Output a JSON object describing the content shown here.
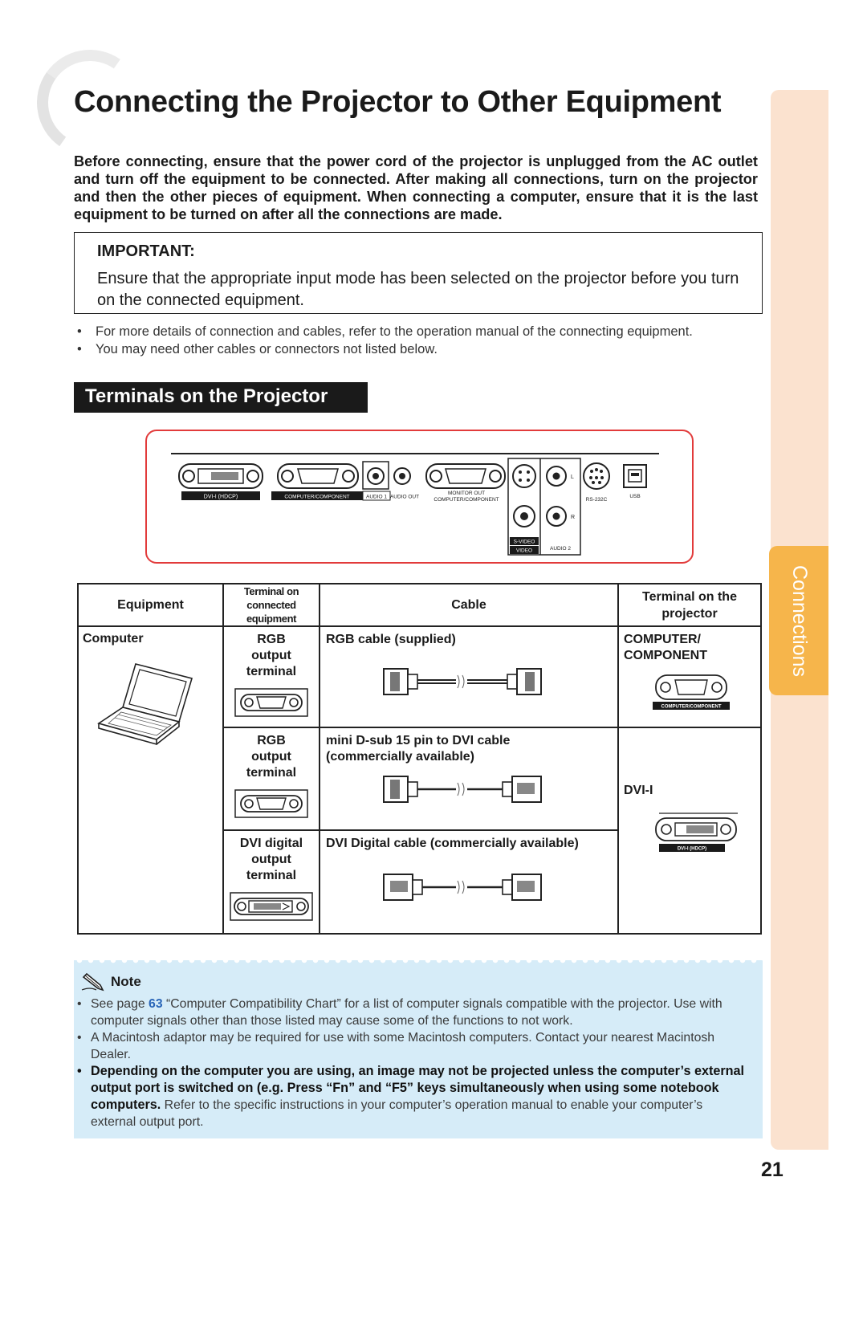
{
  "page": {
    "title": "Connecting the Projector to Other Equipment",
    "side_tab": "Connections",
    "page_number": "21"
  },
  "intro": "Before connecting, ensure that the power cord of the projector is unplugged from the AC outlet and turn off the equipment to be connected. After making all connections, turn on the projector and then the other pieces of equipment. When connecting a computer, ensure that it is the last equipment to be turned on after all the connections are made.",
  "important": {
    "heading": "IMPORTANT:",
    "body": "Ensure that the appropriate input mode has been selected on the projector before you turn on the connected equipment."
  },
  "bullets": [
    "For more details of connection and cables, refer to the operation manual of the connecting equipment.",
    "You may need other cables or connectors not listed below."
  ],
  "section_heading": "Terminals on the Projector",
  "panel_labels": {
    "dvi": "DVI-I (HDCP)",
    "computer": "COMPUTER/COMPONENT",
    "audio1": "AUDIO 1",
    "audio_out": "AUDIO OUT",
    "monitor_out_1": "MONITOR OUT",
    "monitor_out_2": "COMPUTER/COMPONENT",
    "svideo": "S-VIDEO",
    "video": "VIDEO",
    "audio2": "AUDIO 2",
    "l": "L",
    "r": "R",
    "rs232c": "RS-232C",
    "usb": "USB"
  },
  "table": {
    "headers": {
      "equipment": "Equipment",
      "terminal_on": "Terminal on",
      "connected_equipment": "connected equipment",
      "cable": "Cable",
      "terminal_projector": "Terminal on the projector"
    },
    "equipment": "Computer",
    "rows": [
      {
        "terminal": [
          "RGB",
          "output",
          "terminal"
        ],
        "cable": "RGB cable (supplied)"
      },
      {
        "terminal": [
          "RGB",
          "output",
          "terminal"
        ],
        "cable_line1": "mini D-sub 15 pin to DVI cable",
        "cable_line2": "(commercially available)"
      },
      {
        "terminal": [
          "DVI digital",
          "output",
          "terminal"
        ],
        "cable": "DVI Digital cable (commercially available)"
      }
    ],
    "projector_terminals": {
      "computer_line1": "COMPUTER/",
      "computer_line2": "COMPONENT",
      "computer_port_label": "COMPUTER/COMPONENT",
      "dvi": "DVI-I",
      "dvi_port_label": "DVI-I (HDCP)"
    }
  },
  "note": {
    "title": "Note",
    "item1_prefix": "See page ",
    "item1_link": "63",
    "item1_suffix": " “Computer Compatibility Chart” for a list of computer signals compatible with the projector. Use with computer signals other than those listed may cause some of the functions to not work.",
    "item2": "A Macintosh adaptor may be required for use with some Macintosh computers. Contact your nearest Macintosh Dealer.",
    "item3_bold": "Depending on the computer you are using, an image may not be projected unless the computer’s external output port is switched on (e.g. Press “Fn” and “F5” keys simultaneously when using some notebook computers.",
    "item3_rest": " Refer to the specific instructions in your computer’s operation manual to enable your computer’s external output port."
  }
}
